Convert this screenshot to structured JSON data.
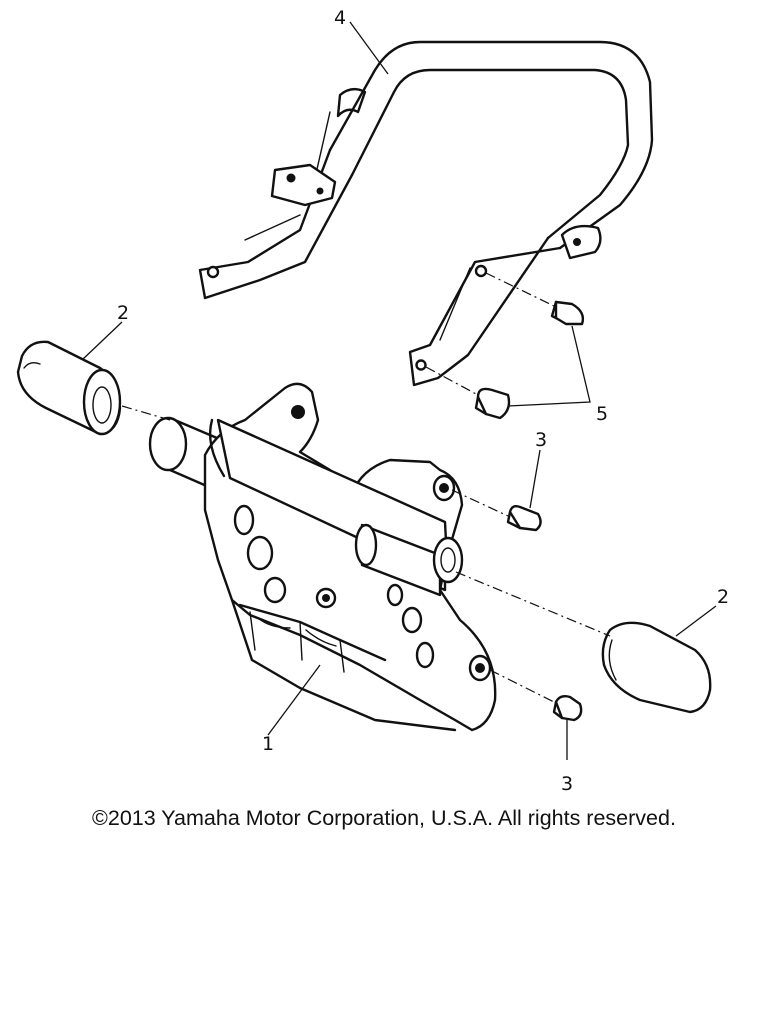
{
  "callouts": {
    "skid_plate": "1",
    "end_cap_left": "2",
    "end_cap_right": "2",
    "bolt_upper": "3",
    "bolt_lower": "3",
    "grab_bar": "4",
    "bolts_grab_bar": "5"
  },
  "footer": {
    "copyright": "©2013 Yamaha Motor Corporation, U.S.A. All rights reserved."
  }
}
